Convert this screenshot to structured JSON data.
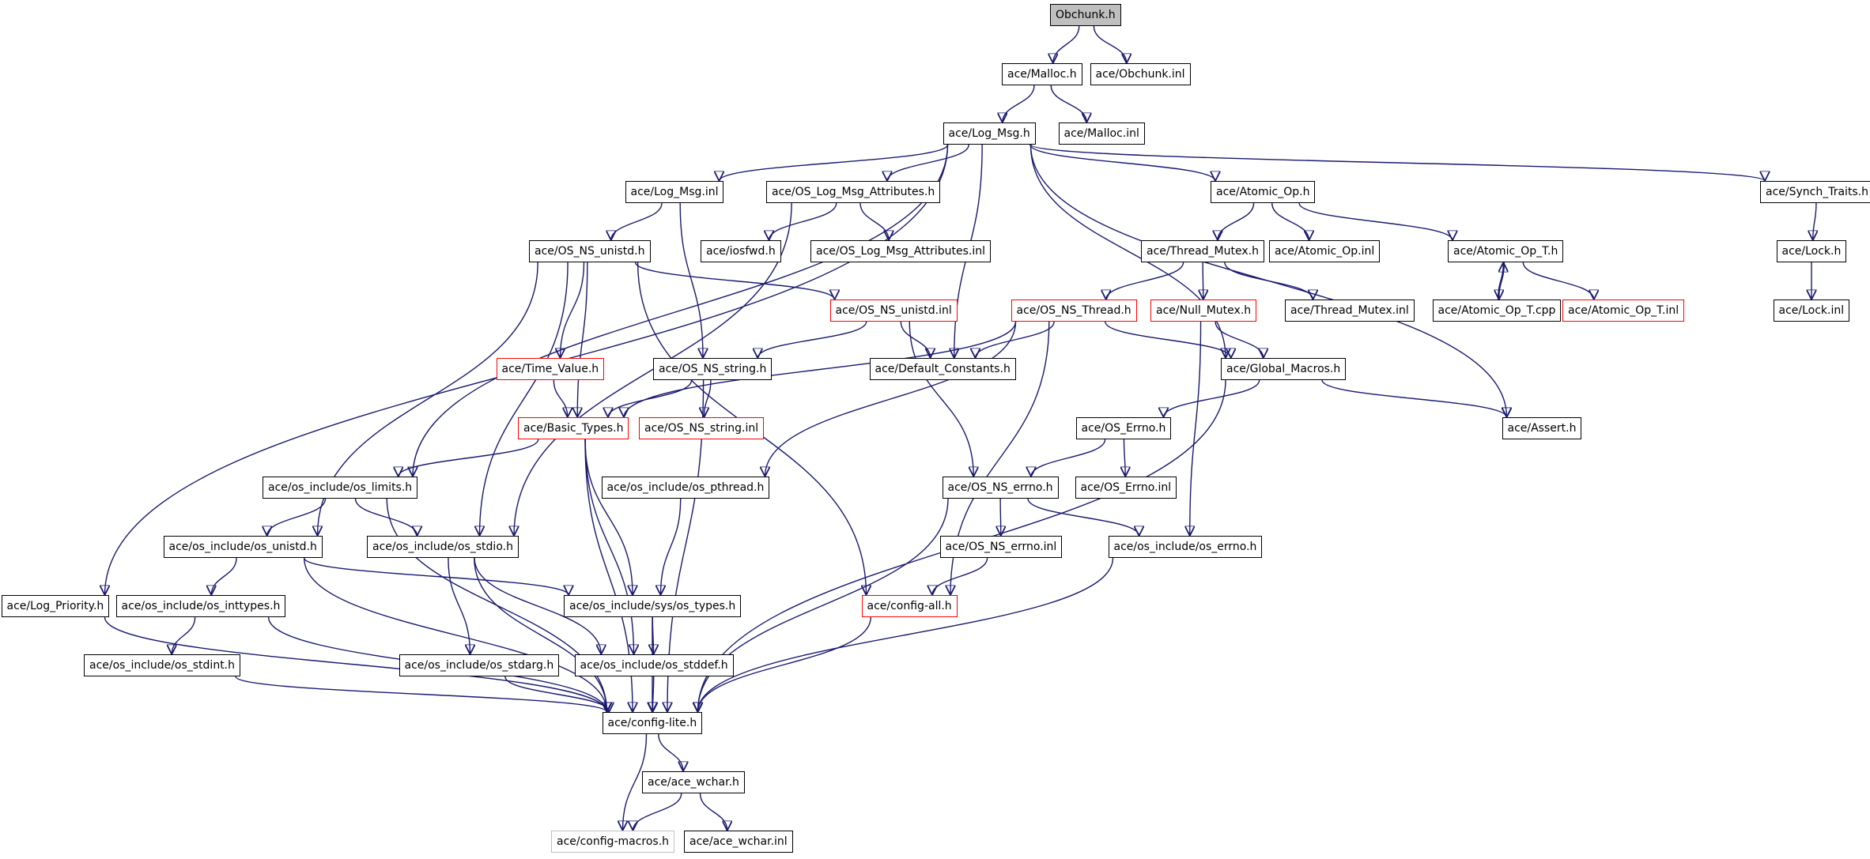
{
  "graph": {
    "root": "Obchunk.h",
    "colors": {
      "edge": "#191970",
      "root_fill": "#bfbfbf",
      "truncated_border": "#ff0000",
      "external_border": "#bfbfbf",
      "node_border": "#000000"
    },
    "nodes": [
      {
        "id": "n0",
        "label": "Obchunk.h",
        "kind": "root"
      },
      {
        "id": "n1",
        "label": "ace/Malloc.h",
        "kind": "normal"
      },
      {
        "id": "n2",
        "label": "ace/Obchunk.inl",
        "kind": "normal"
      },
      {
        "id": "n3",
        "label": "ace/Log_Msg.h",
        "kind": "normal"
      },
      {
        "id": "n4",
        "label": "ace/Malloc.inl",
        "kind": "normal"
      },
      {
        "id": "n5",
        "label": "ace/Log_Msg.inl",
        "kind": "normal"
      },
      {
        "id": "n6",
        "label": "ace/OS_Log_Msg_Attributes.h",
        "kind": "normal"
      },
      {
        "id": "n7",
        "label": "ace/Atomic_Op.h",
        "kind": "normal"
      },
      {
        "id": "n8",
        "label": "ace/Synch_Traits.h",
        "kind": "normal"
      },
      {
        "id": "n9",
        "label": "ace/OS_NS_unistd.h",
        "kind": "normal"
      },
      {
        "id": "n10",
        "label": "ace/iosfwd.h",
        "kind": "normal"
      },
      {
        "id": "n11",
        "label": "ace/OS_Log_Msg_Attributes.inl",
        "kind": "normal"
      },
      {
        "id": "n12",
        "label": "ace/Thread_Mutex.h",
        "kind": "normal"
      },
      {
        "id": "n13",
        "label": "ace/Atomic_Op.inl",
        "kind": "normal"
      },
      {
        "id": "n14",
        "label": "ace/Atomic_Op_T.h",
        "kind": "normal"
      },
      {
        "id": "n15",
        "label": "ace/Lock.h",
        "kind": "normal"
      },
      {
        "id": "n16",
        "label": "ace/OS_NS_unistd.inl",
        "kind": "truncated"
      },
      {
        "id": "n17",
        "label": "ace/OS_NS_Thread.h",
        "kind": "truncated"
      },
      {
        "id": "n18",
        "label": "ace/Null_Mutex.h",
        "kind": "truncated"
      },
      {
        "id": "n19",
        "label": "ace/Thread_Mutex.inl",
        "kind": "normal"
      },
      {
        "id": "n20",
        "label": "ace/Atomic_Op_T.cpp",
        "kind": "normal"
      },
      {
        "id": "n21",
        "label": "ace/Atomic_Op_T.inl",
        "kind": "truncated"
      },
      {
        "id": "n22",
        "label": "ace/Lock.inl",
        "kind": "normal"
      },
      {
        "id": "n23",
        "label": "ace/Time_Value.h",
        "kind": "truncated"
      },
      {
        "id": "n24",
        "label": "ace/OS_NS_string.h",
        "kind": "normal"
      },
      {
        "id": "n25",
        "label": "ace/Default_Constants.h",
        "kind": "normal"
      },
      {
        "id": "n26",
        "label": "ace/Global_Macros.h",
        "kind": "normal"
      },
      {
        "id": "n27",
        "label": "ace/Basic_Types.h",
        "kind": "truncated"
      },
      {
        "id": "n28",
        "label": "ace/OS_NS_string.inl",
        "kind": "truncated"
      },
      {
        "id": "n29",
        "label": "ace/OS_Errno.h",
        "kind": "normal"
      },
      {
        "id": "n30",
        "label": "ace/Assert.h",
        "kind": "normal"
      },
      {
        "id": "n31",
        "label": "ace/os_include/os_limits.h",
        "kind": "normal"
      },
      {
        "id": "n32",
        "label": "ace/os_include/os_pthread.h",
        "kind": "normal"
      },
      {
        "id": "n33",
        "label": "ace/OS_NS_errno.h",
        "kind": "normal"
      },
      {
        "id": "n34",
        "label": "ace/OS_Errno.inl",
        "kind": "normal"
      },
      {
        "id": "n35",
        "label": "ace/os_include/os_unistd.h",
        "kind": "normal"
      },
      {
        "id": "n36",
        "label": "ace/os_include/os_stdio.h",
        "kind": "normal"
      },
      {
        "id": "n37",
        "label": "ace/OS_NS_errno.inl",
        "kind": "normal"
      },
      {
        "id": "n38",
        "label": "ace/os_include/os_errno.h",
        "kind": "normal"
      },
      {
        "id": "n39",
        "label": "ace/Log_Priority.h",
        "kind": "normal"
      },
      {
        "id": "n40",
        "label": "ace/os_include/os_inttypes.h",
        "kind": "normal"
      },
      {
        "id": "n41",
        "label": "ace/os_include/sys/os_types.h",
        "kind": "normal"
      },
      {
        "id": "n42",
        "label": "ace/config-all.h",
        "kind": "truncated"
      },
      {
        "id": "n43",
        "label": "ace/os_include/os_stdint.h",
        "kind": "normal"
      },
      {
        "id": "n44",
        "label": "ace/os_include/os_stdarg.h",
        "kind": "normal"
      },
      {
        "id": "n45",
        "label": "ace/os_include/os_stddef.h",
        "kind": "normal"
      },
      {
        "id": "n46",
        "label": "ace/config-lite.h",
        "kind": "normal"
      },
      {
        "id": "n47",
        "label": "ace/ace_wchar.h",
        "kind": "normal"
      },
      {
        "id": "n48",
        "label": "ace/config-macros.h",
        "kind": "external"
      },
      {
        "id": "n49",
        "label": "ace/ace_wchar.inl",
        "kind": "normal"
      }
    ],
    "edges": [
      [
        "n0",
        "n1"
      ],
      [
        "n0",
        "n2"
      ],
      [
        "n1",
        "n3"
      ],
      [
        "n1",
        "n4"
      ],
      [
        "n3",
        "n39"
      ],
      [
        "n3",
        "n31"
      ],
      [
        "n3",
        "n5"
      ],
      [
        "n3",
        "n6"
      ],
      [
        "n3",
        "n25"
      ],
      [
        "n3",
        "n7"
      ],
      [
        "n3",
        "n26"
      ],
      [
        "n3",
        "n30"
      ],
      [
        "n3",
        "n8"
      ],
      [
        "n5",
        "n9"
      ],
      [
        "n5",
        "n24"
      ],
      [
        "n6",
        "n10"
      ],
      [
        "n6",
        "n11"
      ],
      [
        "n6",
        "n36"
      ],
      [
        "n7",
        "n12"
      ],
      [
        "n7",
        "n13"
      ],
      [
        "n7",
        "n14"
      ],
      [
        "n8",
        "n15"
      ],
      [
        "n15",
        "n22"
      ],
      [
        "n9",
        "n35"
      ],
      [
        "n9",
        "n36"
      ],
      [
        "n9",
        "n23"
      ],
      [
        "n9",
        "n27"
      ],
      [
        "n9",
        "n16"
      ],
      [
        "n9",
        "n42"
      ],
      [
        "n12",
        "n17"
      ],
      [
        "n12",
        "n18"
      ],
      [
        "n12",
        "n19"
      ],
      [
        "n14",
        "n20"
      ],
      [
        "n14",
        "n21"
      ],
      [
        "n20",
        "n14"
      ],
      [
        "n16",
        "n25"
      ],
      [
        "n16",
        "n24"
      ],
      [
        "n16",
        "n33"
      ],
      [
        "n17",
        "n25"
      ],
      [
        "n17",
        "n26"
      ],
      [
        "n17",
        "n27"
      ],
      [
        "n17",
        "n32"
      ],
      [
        "n17",
        "n42"
      ],
      [
        "n18",
        "n26"
      ],
      [
        "n18",
        "n38"
      ],
      [
        "n23",
        "n27"
      ],
      [
        "n24",
        "n27"
      ],
      [
        "n24",
        "n28"
      ],
      [
        "n24",
        "n46"
      ],
      [
        "n26",
        "n29"
      ],
      [
        "n26",
        "n30"
      ],
      [
        "n26",
        "n46"
      ],
      [
        "n27",
        "n31"
      ],
      [
        "n27",
        "n41"
      ],
      [
        "n27",
        "n45"
      ],
      [
        "n27",
        "n46"
      ],
      [
        "n29",
        "n33"
      ],
      [
        "n29",
        "n34"
      ],
      [
        "n31",
        "n35"
      ],
      [
        "n31",
        "n36"
      ],
      [
        "n31",
        "n46"
      ],
      [
        "n32",
        "n41"
      ],
      [
        "n33",
        "n37"
      ],
      [
        "n33",
        "n38"
      ],
      [
        "n33",
        "n46"
      ],
      [
        "n35",
        "n40"
      ],
      [
        "n35",
        "n41"
      ],
      [
        "n35",
        "n46"
      ],
      [
        "n36",
        "n44"
      ],
      [
        "n36",
        "n45"
      ],
      [
        "n36",
        "n46"
      ],
      [
        "n37",
        "n42"
      ],
      [
        "n38",
        "n46"
      ],
      [
        "n39",
        "n46"
      ],
      [
        "n40",
        "n43"
      ],
      [
        "n40",
        "n46"
      ],
      [
        "n41",
        "n45"
      ],
      [
        "n41",
        "n46"
      ],
      [
        "n42",
        "n46"
      ],
      [
        "n43",
        "n46"
      ],
      [
        "n44",
        "n46"
      ],
      [
        "n45",
        "n46"
      ],
      [
        "n46",
        "n47"
      ],
      [
        "n46",
        "n48"
      ],
      [
        "n47",
        "n48"
      ],
      [
        "n47",
        "n49"
      ]
    ]
  }
}
